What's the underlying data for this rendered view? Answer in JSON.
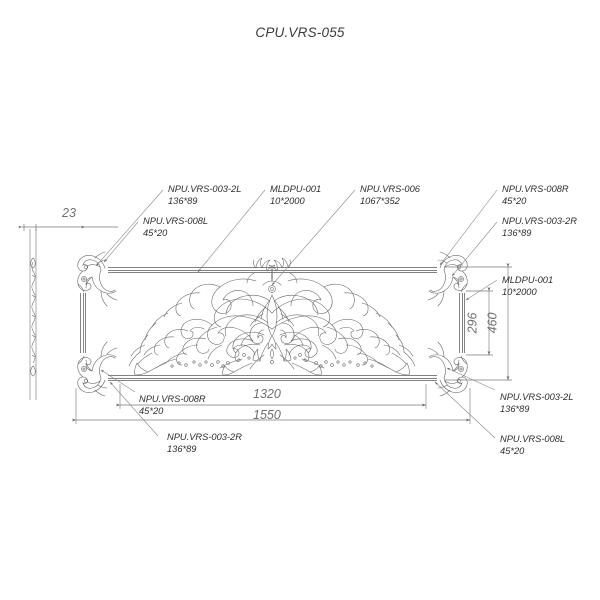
{
  "drawing": {
    "title": "CPU.VRS-055",
    "line_color": "#555555",
    "ornament_color": "#6b6b6b",
    "dimension_color": "#6f6f6f",
    "label_color": "#2e2e2e",
    "background": "#ffffff"
  },
  "side_view": {
    "thickness_dim": "23"
  },
  "dimensions": {
    "width_inner": "1320",
    "width_outer": "1550",
    "height_inner": "296",
    "height_outer": "460"
  },
  "labels": {
    "top_left_1": {
      "code": "NPU.VRS-003-2L",
      "size": "136*89"
    },
    "top_left_2": {
      "code": "NPU.VRS-008L",
      "size": "45*20"
    },
    "top_mid_1": {
      "code": "MLDPU-001",
      "size": "10*2000"
    },
    "top_mid_2": {
      "code": "NPU.VRS-006",
      "size": "1067*352"
    },
    "top_right_1": {
      "code": "NPU.VRS-008R",
      "size": "45*20"
    },
    "top_right_2": {
      "code": "NPU.VRS-003-2R",
      "size": "136*89"
    },
    "right_mid": {
      "code": "MLDPU-001",
      "size": "10*2000"
    },
    "bottom_left_1": {
      "code": "NPU.VRS-008R",
      "size": "45*20"
    },
    "bottom_left_2": {
      "code": "NPU.VRS-003-2R",
      "size": "136*89"
    },
    "bottom_right_1": {
      "code": "NPU.VRS-003-2L",
      "size": "136*89"
    },
    "bottom_right_2": {
      "code": "NPU.VRS-008L",
      "size": "45*20"
    }
  }
}
